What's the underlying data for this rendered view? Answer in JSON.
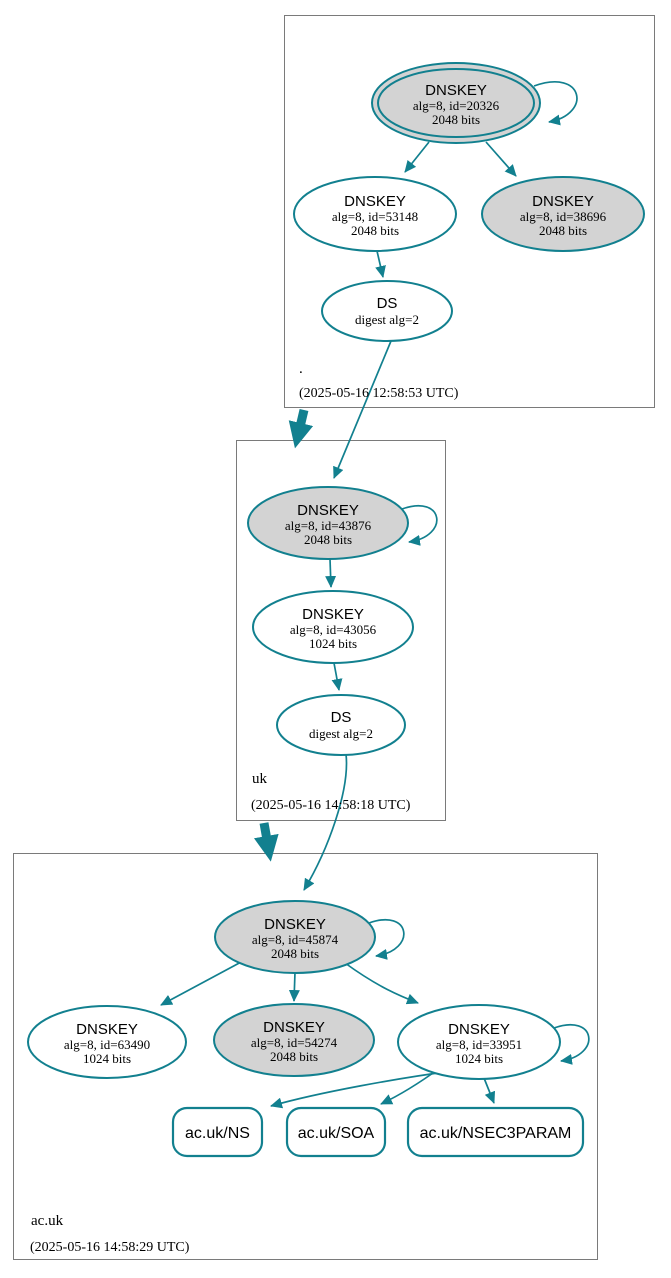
{
  "colors": {
    "edge_teal": "#12808f",
    "node_fill_gray": "#d3d3d3",
    "node_fill_white": "#ffffff",
    "zone_box_border": "#7a7a7a",
    "text": "#000000"
  },
  "zones": [
    {
      "label": ".",
      "timestamp": "(2025-05-16 12:58:53 UTC)",
      "keys": [
        {
          "title": "DNSKEY",
          "attrs": "alg=8, id=20326",
          "bits": "2048 bits"
        },
        {
          "title": "DNSKEY",
          "attrs": "alg=8, id=53148",
          "bits": "2048 bits"
        },
        {
          "title": "DNSKEY",
          "attrs": "alg=8, id=38696",
          "bits": "2048 bits"
        }
      ],
      "ds": {
        "title": "DS",
        "attrs": "digest alg=2"
      }
    },
    {
      "label": "uk",
      "timestamp": "(2025-05-16 14:58:18 UTC)",
      "keys": [
        {
          "title": "DNSKEY",
          "attrs": "alg=8, id=43876",
          "bits": "2048 bits"
        },
        {
          "title": "DNSKEY",
          "attrs": "alg=8, id=43056",
          "bits": "1024 bits"
        }
      ],
      "ds": {
        "title": "DS",
        "attrs": "digest alg=2"
      }
    },
    {
      "label": "ac.uk",
      "timestamp": "(2025-05-16 14:58:29 UTC)",
      "keys": [
        {
          "title": "DNSKEY",
          "attrs": "alg=8, id=45874",
          "bits": "2048 bits"
        },
        {
          "title": "DNSKEY",
          "attrs": "alg=8, id=63490",
          "bits": "1024 bits"
        },
        {
          "title": "DNSKEY",
          "attrs": "alg=8, id=54274",
          "bits": "2048 bits"
        },
        {
          "title": "DNSKEY",
          "attrs": "alg=8, id=33951",
          "bits": "1024 bits"
        }
      ],
      "rrsets": [
        {
          "label": "ac.uk/NS"
        },
        {
          "label": "ac.uk/SOA"
        },
        {
          "label": "ac.uk/NSEC3PARAM"
        }
      ]
    }
  ]
}
